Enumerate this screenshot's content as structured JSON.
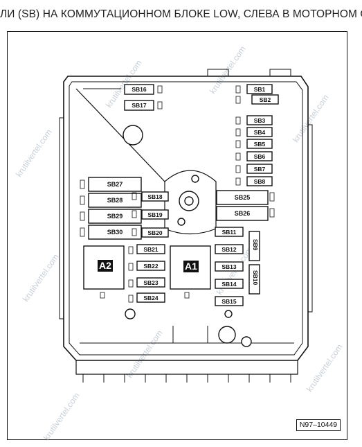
{
  "caption": "ЛИ (SB) НА КОММУТАЦИОННОМ БЛОКЕ LOW, СЛЕВА В МОТОРНОМ ОТСЕКЕ",
  "figure_code": "N97–10449",
  "watermark": "krutilvertel.com",
  "relays": {
    "a2": "A2",
    "a1": "A1"
  },
  "fuses": {
    "sb1": "SB1",
    "sb2": "SB2",
    "sb3": "SB3",
    "sb4": "SB4",
    "sb5": "SB5",
    "sb6": "SB6",
    "sb7": "SB7",
    "sb8": "SB8",
    "sb9": "SB9",
    "sb10": "SB10",
    "sb11": "SB11",
    "sb12": "SB12",
    "sb13": "SB13",
    "sb14": "SB14",
    "sb15": "SB15",
    "sb16": "SB16",
    "sb17": "SB17",
    "sb18": "SB18",
    "sb19": "SB19",
    "sb20": "SB20",
    "sb21": "SB21",
    "sb22": "SB22",
    "sb23": "SB23",
    "sb24": "SB24",
    "sb25": "SB25",
    "sb26": "SB26",
    "sb27": "SB27",
    "sb28": "SB28",
    "sb29": "SB29",
    "sb30": "SB30"
  },
  "colors": {
    "line": "#111111",
    "fill": "#ffffff",
    "relay_fill": "#ffffff"
  }
}
